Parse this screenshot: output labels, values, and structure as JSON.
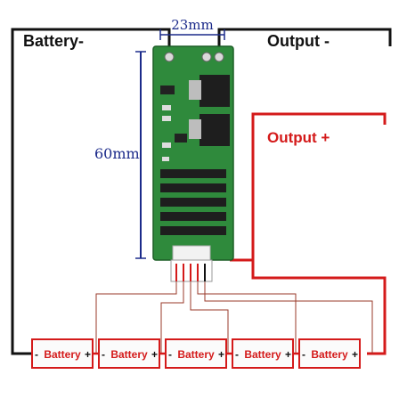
{
  "labels": {
    "battery_minus": "Battery-",
    "output_minus": "Output -",
    "output_plus": "Output +",
    "width_dim": "23mm",
    "height_dim": "60mm"
  },
  "batteries": [
    {
      "label": "Battery",
      "left_sign": "-",
      "right_sign": "+"
    },
    {
      "label": "Battery",
      "left_sign": "-",
      "right_sign": "+"
    },
    {
      "label": "Battery",
      "left_sign": "-",
      "right_sign": "+"
    },
    {
      "label": "Battery",
      "left_sign": "-",
      "right_sign": "+"
    },
    {
      "label": "Battery",
      "left_sign": "-",
      "right_sign": "+"
    }
  ],
  "colors": {
    "wire_black": "#111111",
    "wire_red": "#d41a1a",
    "label_red": "#d41a1a",
    "dimension_blue": "#1b2a8a",
    "pcb_green": "#2f8a3c",
    "battery_fill": "#fbfbfb"
  }
}
